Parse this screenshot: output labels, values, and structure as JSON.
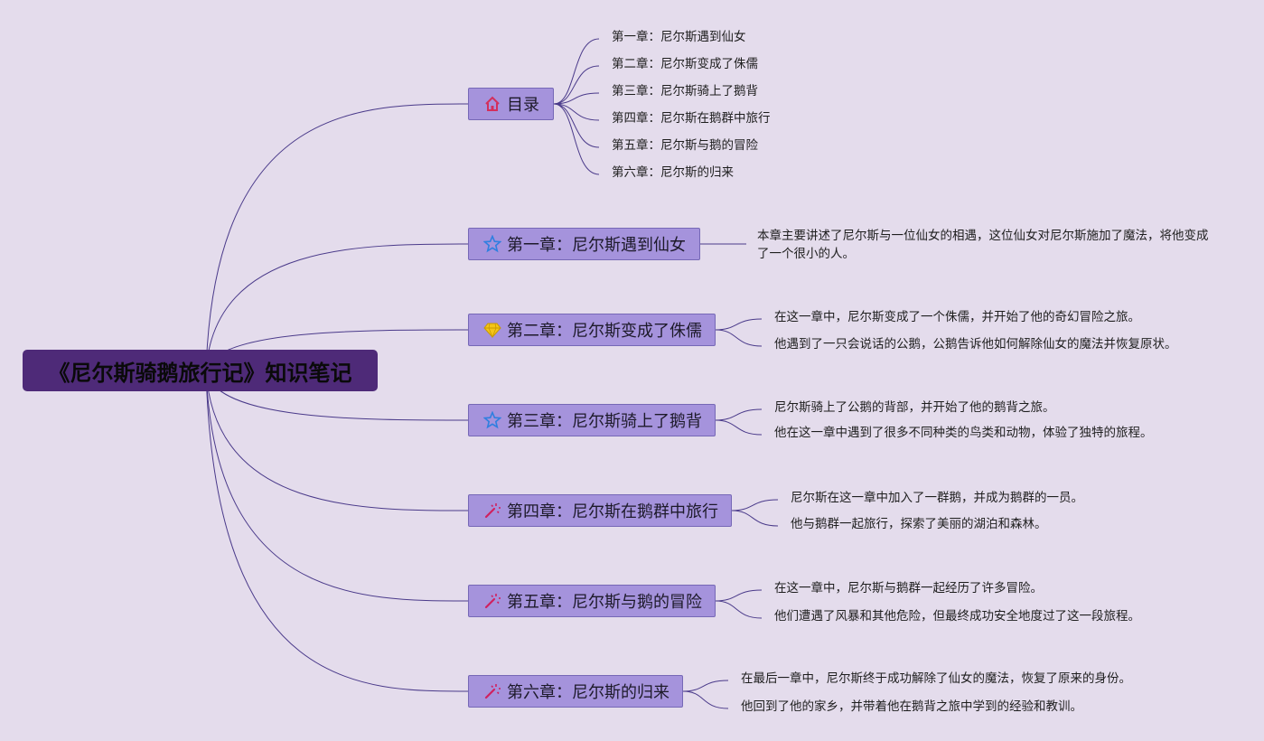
{
  "root": {
    "title": "《尼尔斯骑鹅旅行记》知识笔记"
  },
  "branches": [
    {
      "icon": "house-icon",
      "label": "目录",
      "leaves": [
        "第一章：尼尔斯遇到仙女",
        "第二章：尼尔斯变成了侏儒",
        "第三章：尼尔斯骑上了鹅背",
        "第四章：尼尔斯在鹅群中旅行",
        "第五章：尼尔斯与鹅的冒险",
        "第六章：尼尔斯的归来"
      ]
    },
    {
      "icon": "star-icon",
      "label": "第一章：尼尔斯遇到仙女",
      "leaves": [
        "本章主要讲述了尼尔斯与一位仙女的相遇，这位仙女对尼尔斯施加了魔法，将他变成了一个很小的人。"
      ]
    },
    {
      "icon": "diamond-icon",
      "label": "第二章：尼尔斯变成了侏儒",
      "leaves": [
        "在这一章中，尼尔斯变成了一个侏儒，并开始了他的奇幻冒险之旅。",
        "他遇到了一只会说话的公鹅，公鹅告诉他如何解除仙女的魔法并恢复原状。"
      ]
    },
    {
      "icon": "star-icon",
      "label": "第三章：尼尔斯骑上了鹅背",
      "leaves": [
        "尼尔斯骑上了公鹅的背部，并开始了他的鹅背之旅。",
        "他在这一章中遇到了很多不同种类的鸟类和动物，体验了独特的旅程。"
      ]
    },
    {
      "icon": "magic-wand-icon",
      "label": "第四章：尼尔斯在鹅群中旅行",
      "leaves": [
        "尼尔斯在这一章中加入了一群鹅，并成为鹅群的一员。",
        "他与鹅群一起旅行，探索了美丽的湖泊和森林。"
      ]
    },
    {
      "icon": "magic-wand-icon",
      "label": "第五章：尼尔斯与鹅的冒险",
      "leaves": [
        "在这一章中，尼尔斯与鹅群一起经历了许多冒险。",
        "他们遭遇了风暴和其他危险，但最终成功安全地度过了这一段旅程。"
      ]
    },
    {
      "icon": "magic-wand-icon",
      "label": "第六章：尼尔斯的归来",
      "leaves": [
        "在最后一章中，尼尔斯终于成功解除了仙女的魔法，恢复了原来的身份。",
        "他回到了他的家乡，并带着他在鹅背之旅中学到的经验和教训。"
      ]
    }
  ],
  "colors": {
    "background": "#e4dcec",
    "root": "#4e2a78",
    "branch": "#a593dc",
    "line": "#4a3a8a"
  }
}
